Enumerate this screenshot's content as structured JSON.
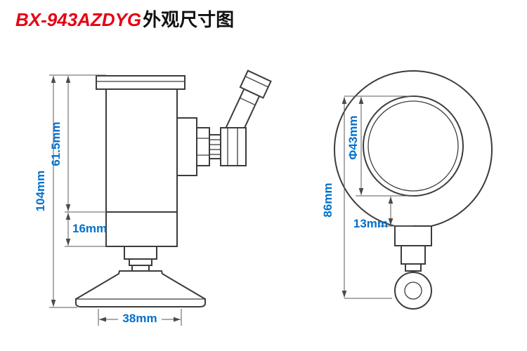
{
  "title": {
    "model": "BX-943AZDYG",
    "suffix": "外观尺寸图"
  },
  "colors": {
    "accent_red": "#e60012",
    "dimension_blue": "#0070cc",
    "drawing_line": "#3c3c3c"
  },
  "side_view": {
    "labels": {
      "total_height": "104mm",
      "upper_height": "61.5mm",
      "lower_height": "16mm",
      "base_width": "38mm"
    }
  },
  "front_view": {
    "labels": {
      "inner_diameter": "Φ43mm",
      "overall_height": "86mm",
      "neck_offset": "13mm"
    }
  }
}
